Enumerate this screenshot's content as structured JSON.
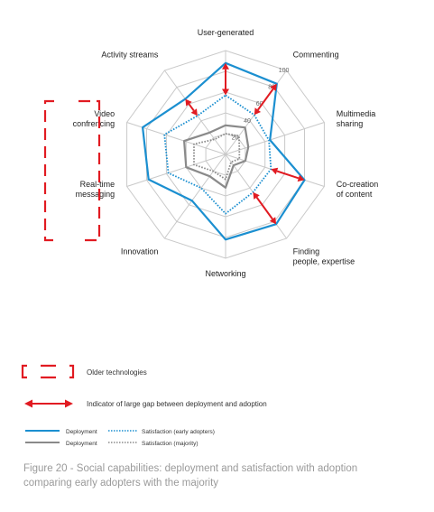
{
  "chart_data": {
    "type": "radar",
    "categories": [
      "User-generated",
      "Commenting",
      "Multimedia sharing",
      "Co-creation of content",
      "Finding people, expertise",
      "Networking",
      "Innovation",
      "Real-time messaging",
      "Video confrencing",
      "Activity streams"
    ],
    "label_lines": [
      [
        "User-generated"
      ],
      [
        "Commenting"
      ],
      [
        "Multimedia",
        "sharing"
      ],
      [
        "Co-creation",
        "of content"
      ],
      [
        "Finding",
        "people, expertise"
      ],
      [
        "Networking"
      ],
      [
        "Innovation"
      ],
      [
        "Real-time",
        "messaging"
      ],
      [
        "Video",
        "confrencing"
      ],
      [
        "Activity streams"
      ]
    ],
    "r_ticks": [
      "20",
      "40",
      "60",
      "80",
      "100"
    ],
    "rlim": [
      0,
      100
    ],
    "series": [
      {
        "name": "Deployment",
        "group": "early adopters",
        "style": "solid",
        "color": "#1b8fd0",
        "values": [
          88,
          84,
          45,
          80,
          83,
          82,
          55,
          78,
          84,
          66
        ]
      },
      {
        "name": "Satisfaction (early adopters)",
        "style": "dotted",
        "color": "#1b8fd0",
        "values": [
          57,
          47,
          44,
          46,
          45,
          57,
          40,
          58,
          62,
          46
        ]
      },
      {
        "name": "Deployment",
        "group": "majority",
        "style": "solid",
        "color": "#8a8a8a",
        "values": [
          28,
          32,
          23,
          20,
          13,
          32,
          26,
          40,
          42,
          26
        ]
      },
      {
        "name": "Satisfaction (majority)",
        "style": "dotted",
        "color": "#8a8a8a",
        "values": [
          20,
          22,
          14,
          14,
          9,
          24,
          20,
          32,
          32,
          18
        ]
      }
    ],
    "gap_indicators": [
      {
        "category": "User-generated",
        "from": 57,
        "to": 88
      },
      {
        "category": "Commenting",
        "from": 47,
        "to": 84
      },
      {
        "category": "Co-creation of content",
        "from": 46,
        "to": 80
      },
      {
        "category": "Finding people, expertise",
        "from": 45,
        "to": 83
      },
      {
        "category": "Activity streams",
        "from": 46,
        "to": 66
      }
    ],
    "older_technologies": [
      "Real-time messaging",
      "Video confrencing"
    ],
    "grid": true
  },
  "legend": {
    "older_label": "Older technologies",
    "gap_label": "Indicator of large gap between deployment and adoption",
    "deployment_label": "Deployment",
    "sat_early_label": "Satisfaction (early adopters)",
    "sat_majority_label": "Satisfaction (majority)"
  },
  "caption": {
    "line1": "Figure 20 - Social capabilities: deployment and satisfaction with adoption",
    "line2": "comparing early adopters with the majority"
  },
  "colors": {
    "blue": "#1b8fd0",
    "gray": "#8a8a8a",
    "red": "#e11b22",
    "grid": "#c9c9c9"
  }
}
